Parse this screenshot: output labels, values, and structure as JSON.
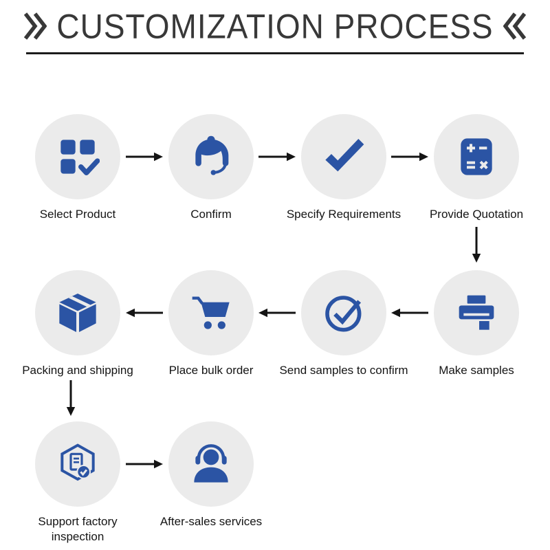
{
  "title": {
    "text": "CUSTOMIZATION PROCESS",
    "left_mark_icon": "double-chevron-right-icon",
    "right_mark_icon": "double-chevron-left-icon"
  },
  "colors": {
    "icon_blue": "#2b54a4",
    "circle_bg": "#ebebeb",
    "arrow": "#141414",
    "title_text": "#383838"
  },
  "steps": [
    {
      "label": "Select Product",
      "icon": "grid-check-icon"
    },
    {
      "label": "Confirm",
      "icon": "support-agent-icon"
    },
    {
      "label": "Specify Requirements",
      "icon": "checkmark-icon"
    },
    {
      "label": "Provide Quotation",
      "icon": "calculator-icon"
    },
    {
      "label": "Make samples",
      "icon": "printer-icon"
    },
    {
      "label": "Send samples to confirm",
      "icon": "check-circle-icon"
    },
    {
      "label": "Place bulk order",
      "icon": "shopping-cart-icon"
    },
    {
      "label": "Packing and shipping",
      "icon": "package-box-icon"
    },
    {
      "label": "Support factory inspection",
      "icon": "factory-inspection-icon"
    },
    {
      "label": "After-sales services",
      "icon": "headset-person-icon"
    }
  ]
}
